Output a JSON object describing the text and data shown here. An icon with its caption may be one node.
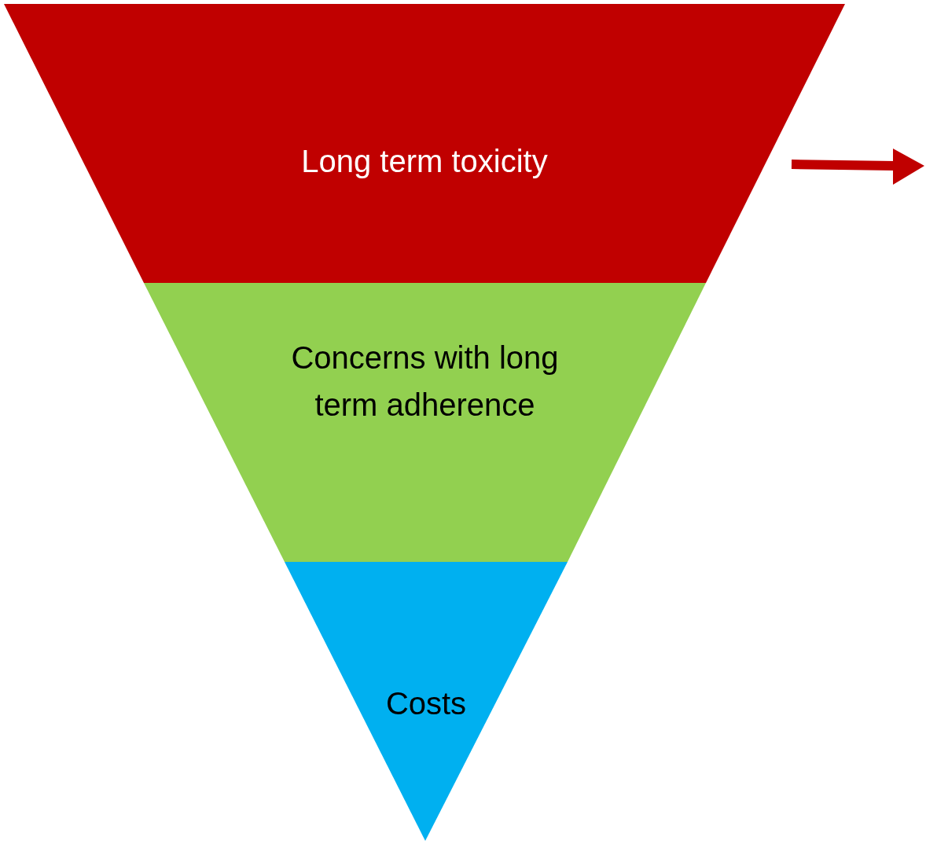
{
  "diagram": {
    "nodes": [
      {
        "text": [
          "Long term toxicity"
        ]
      },
      {
        "text": [
          "Concerns with long term adherence"
        ]
      },
      {
        "text": [
          "Costs"
        ]
      }
    ]
  }
}
